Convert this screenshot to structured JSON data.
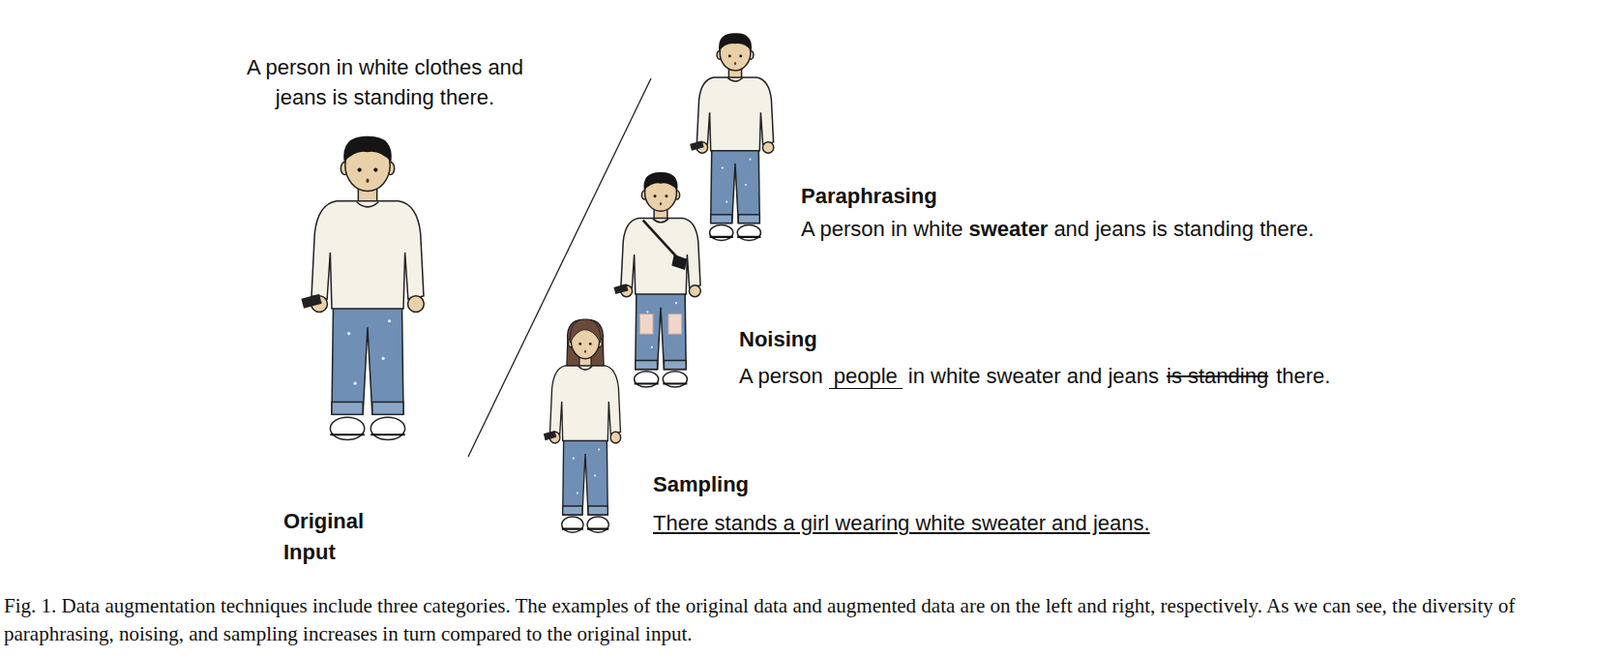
{
  "diagram": {
    "caption": "Fig. 1. Data augmentation techniques include three categories. The examples of the original data and augmented data are on the left and right, respectively. As we can see, the diversity of paraphrasing, noising, and sampling increases in turn compared to the original input.",
    "labels": [
      "A person in white clothes and jeans is standing there.",
      "Original Input",
      "Paraphrasing",
      "A person in white",
      "sweater",
      "and jeans is standing there.",
      "Noising",
      "A person",
      "people",
      "in white sweater and jeans",
      "is standing",
      "there.",
      "Sampling",
      "There stands a girl wearing white sweater and jeans."
    ]
  }
}
